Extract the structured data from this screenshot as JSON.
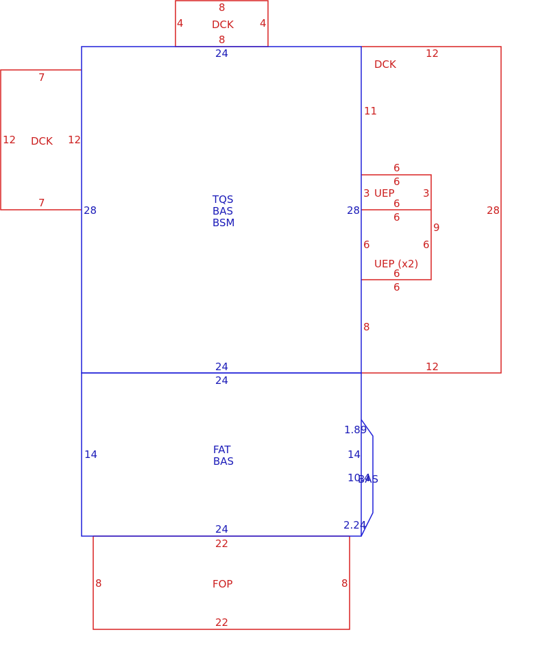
{
  "colors": {
    "primary_structure": "#1f1fd8",
    "secondary_structure": "#d82020"
  },
  "main": {
    "labels": [
      "TQS",
      "BAS",
      "BSM"
    ],
    "dims": {
      "top": "24",
      "bottom": "24",
      "left": "28",
      "right": "28"
    }
  },
  "addition": {
    "labels": [
      "FAT",
      "BAS"
    ],
    "dims": {
      "top": "24",
      "bottom": "24",
      "left": "14",
      "right": "14"
    }
  },
  "bay": {
    "label": "BAS",
    "dims": {
      "top": "1.89",
      "front": "10.4",
      "bottom": "2.24"
    }
  },
  "deck_top": {
    "label": "DCK",
    "dims": {
      "top": "8",
      "bottom": "8",
      "left": "4",
      "right": "4"
    }
  },
  "deck_left": {
    "label": "DCK",
    "dims": {
      "top": "7",
      "bottom": "7",
      "left": "12",
      "right": "12"
    }
  },
  "deck_right": {
    "label": "DCK",
    "dims": {
      "top": "12",
      "bottom": "12",
      "right": "28",
      "upper_left": "11",
      "lower_left": "8"
    }
  },
  "uep_small": {
    "label": "UEP",
    "dims": {
      "top_outer": "6",
      "top_inner": "6",
      "bottom": "6",
      "left": "3",
      "right": "3"
    }
  },
  "uep_large": {
    "label": "UEP (x2)",
    "dims": {
      "top": "6",
      "bottom_inner": "6",
      "bottom_outer": "6",
      "left": "6",
      "right": "6",
      "overall_right": "9"
    }
  },
  "porch": {
    "label": "FOP",
    "dims": {
      "top": "22",
      "bottom": "22",
      "left": "8",
      "right": "8"
    }
  }
}
